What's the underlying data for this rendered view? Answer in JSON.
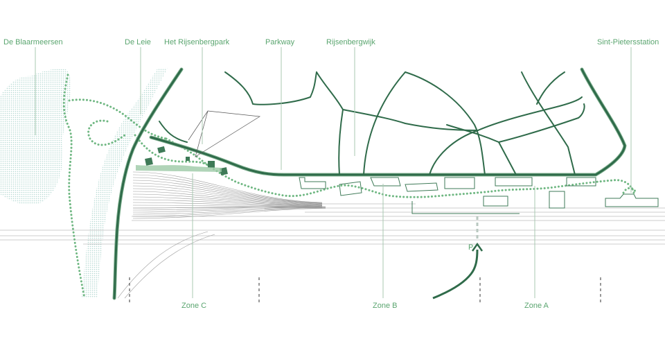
{
  "colors": {
    "road": "#2f6b4a",
    "road_outline": "#7fb08f",
    "label": "#5aa56f",
    "leader": "#a8c9b2",
    "water_dots": "#b6d9d3",
    "green_dots": "#6fb782",
    "rail": "#9a9a9a",
    "building": "#3e7a57"
  },
  "labels": {
    "blaarmeersen": "De Blaarmeersen",
    "leie": "De Leie",
    "rijsenbergpark": "Het Rijsenbergpark",
    "parkway": "Parkway",
    "rijsenbergwijk": "Rijsenbergwijk",
    "sint_pieters": "Sint-Pietersstation",
    "zone_c": "Zone C",
    "zone_b": "Zone B",
    "zone_a": "Zone A",
    "parking": "P"
  },
  "icons": {
    "parking_arrow": "arrow-up-icon"
  }
}
